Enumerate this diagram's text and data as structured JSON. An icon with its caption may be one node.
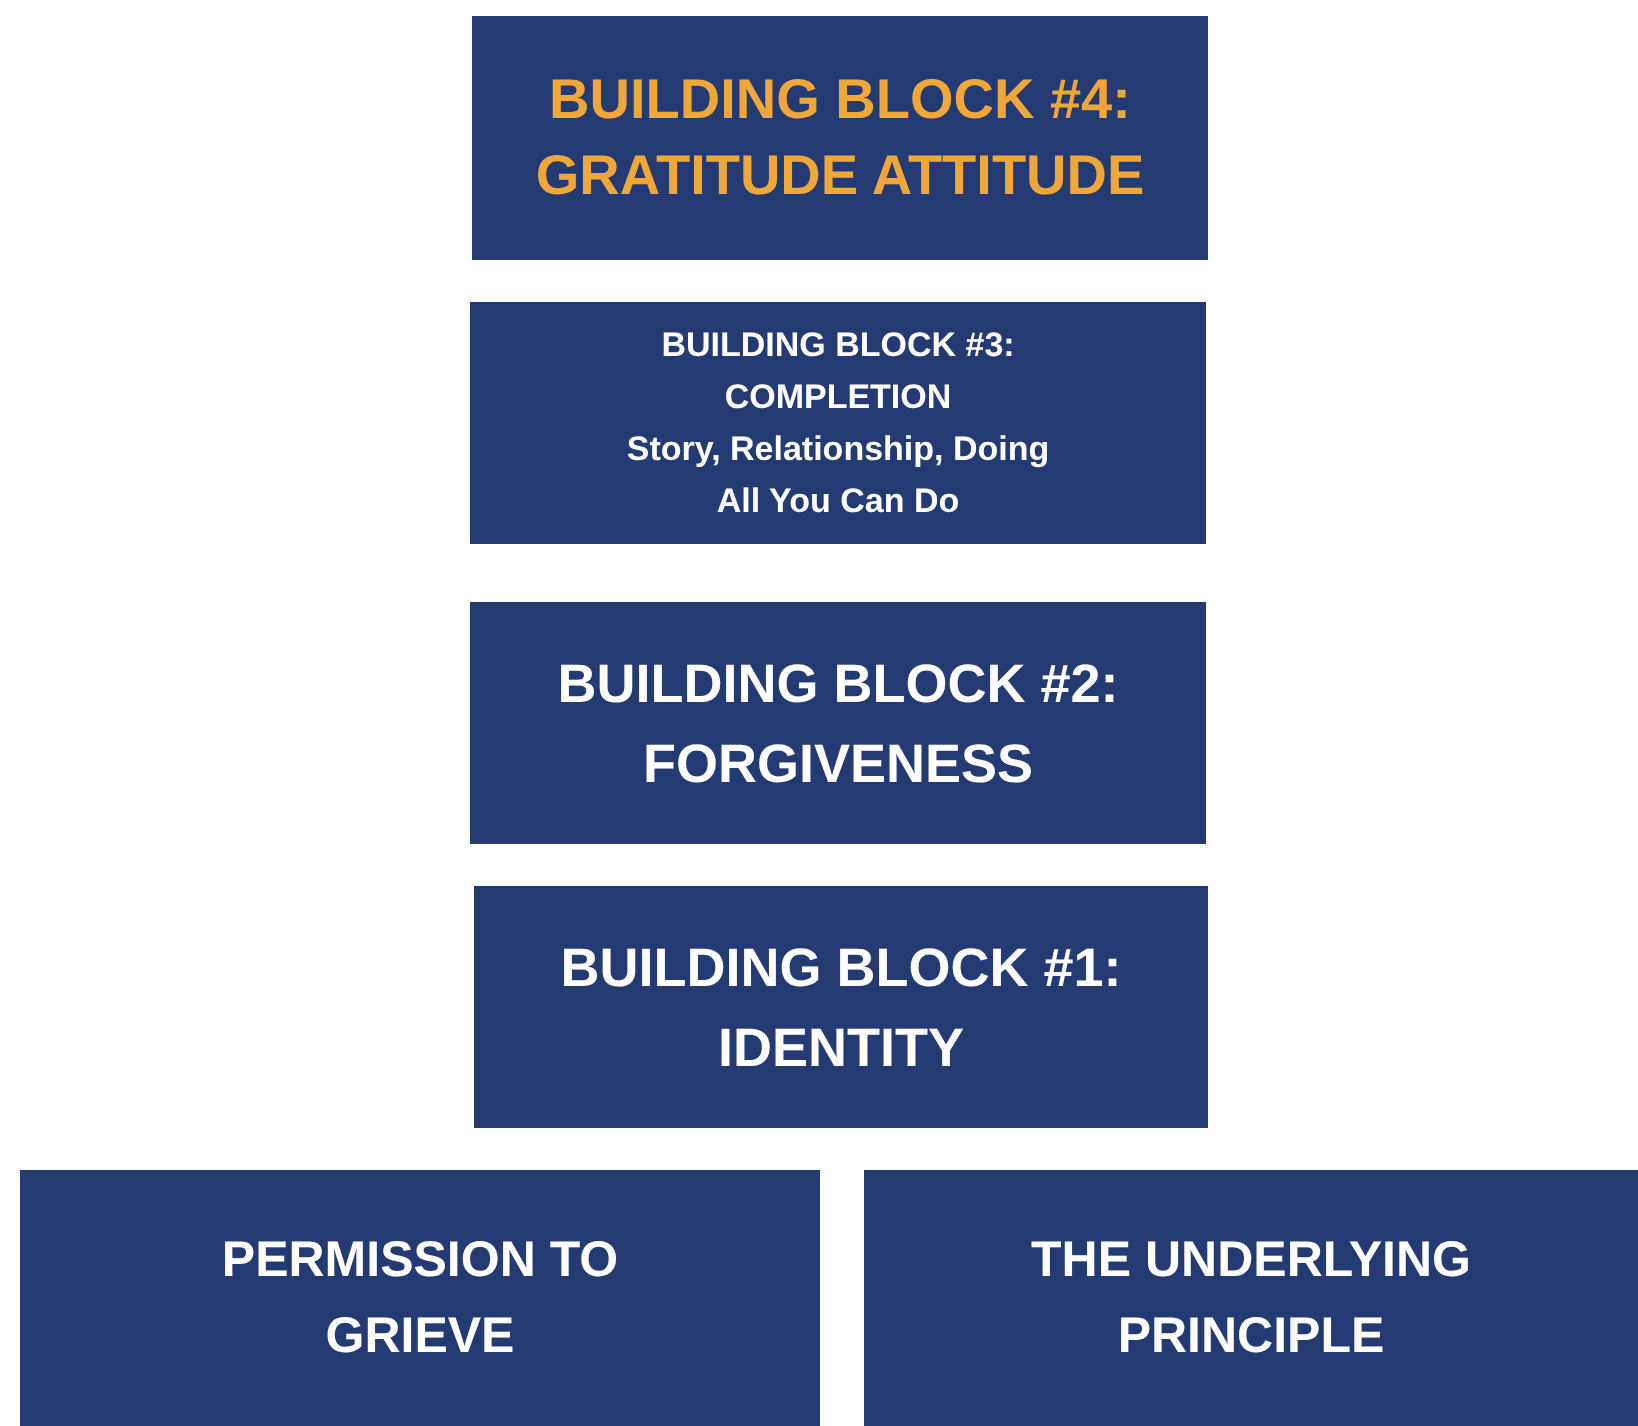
{
  "diagram": {
    "nodes": [
      {
        "text": [
          "BUILDING BLOCK #4: GRATITUDE ATTITUDE"
        ]
      },
      {
        "text": [
          "BUILDING BLOCK #3: COMPLETION",
          "Story, Relationship, Doing All You Can Do"
        ]
      },
      {
        "text": [
          "BUILDING BLOCK #2: FORGIVENESS"
        ]
      },
      {
        "text": [
          "BUILDING BLOCK #1: IDENTITY"
        ]
      },
      {
        "text": [
          "PERMISSION TO GRIEVE"
        ]
      },
      {
        "text": [
          "THE UNDERLYING PRINCIPLE"
        ]
      }
    ]
  }
}
